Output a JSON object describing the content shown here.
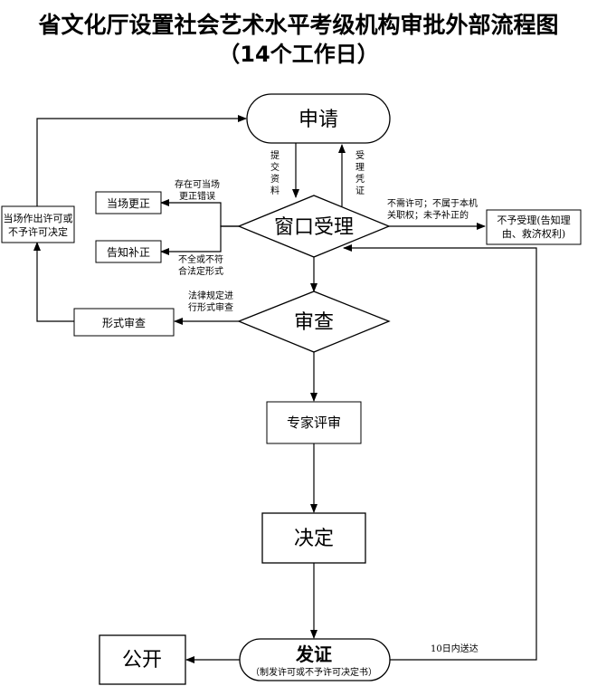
{
  "title": {
    "line1": "省文化厅设置社会艺术水平考级机构审批外部流程图",
    "line2": "（14个工作日）"
  },
  "nodes": {
    "apply": "申请",
    "window": "窗口受理",
    "review": "审查",
    "expert": "专家评审",
    "decide": "决定",
    "issue": "发证",
    "issue_sub": "（制发许可或不予许可决定书）",
    "publish": "公开",
    "onsite_correct": "当场更正",
    "notify_supplement": "告知补正",
    "onsite_decision_1": "当场作出许可或",
    "onsite_decision_2": "不予许可决定",
    "formal_review": "形式审查",
    "reject_1": "不予受理(告知理",
    "reject_2": "由、救济权利)"
  },
  "labels": {
    "submit": [
      "提",
      "交",
      "资",
      "料"
    ],
    "receipt": [
      "受",
      "理",
      "凭",
      "证"
    ],
    "can_correct_1": "存在可当场",
    "can_correct_2": "更正错误",
    "incomplete_1": "不全或不符",
    "incomplete_2": "合法定形式",
    "no_permit_1": "不需许可；不属于本机",
    "no_permit_2": "关职权；未予补正的",
    "law_review_1": "法律规定进",
    "law_review_2": "行形式审查",
    "deliver": "10日内送达"
  }
}
